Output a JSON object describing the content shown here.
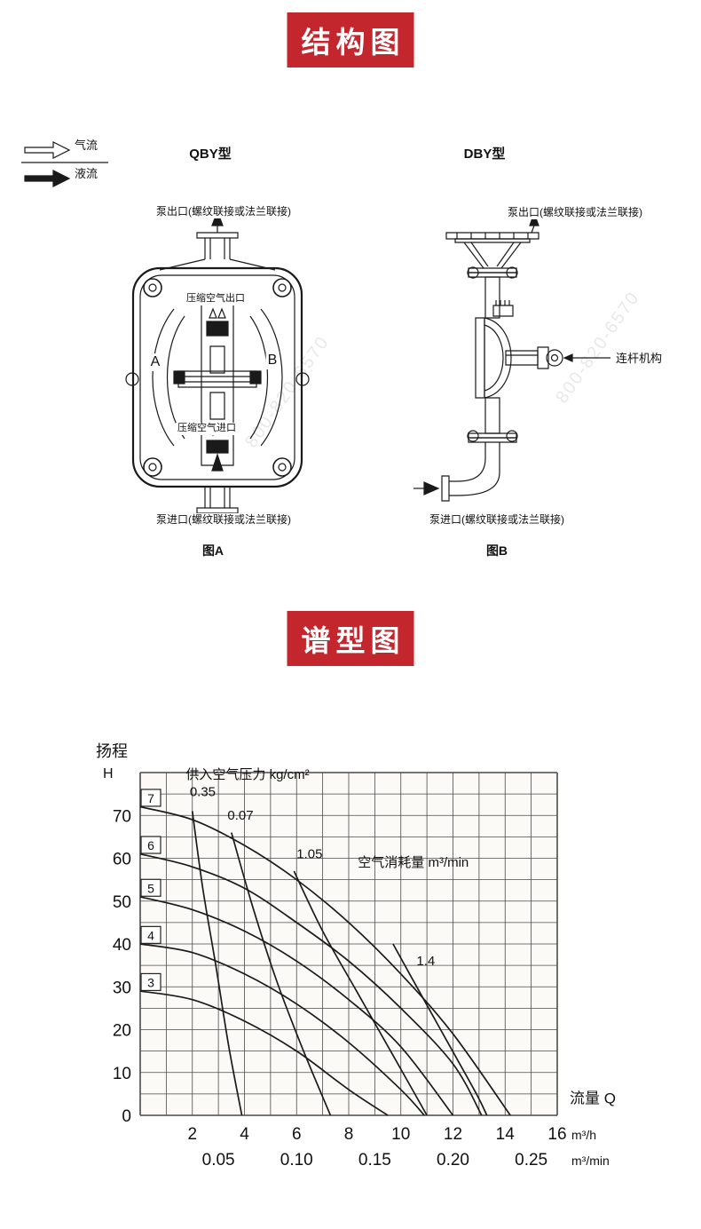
{
  "theme": {
    "banner_red": "#c4262d"
  },
  "sections": {
    "structure_title": "结构图",
    "curve_title": "谱型图"
  },
  "legend": {
    "air_label": "气流",
    "liquid_label": "液流"
  },
  "watermark": {
    "text": "800-820-6570"
  },
  "structure": {
    "qby": {
      "type_label": "QBY型",
      "outlet_label": "泵出口(螺纹联接或法兰联接)",
      "air_outlet_label": "压缩空气出口",
      "air_inlet_label": "压缩空气进口",
      "chamber_a": "A",
      "chamber_b": "B",
      "inlet_label": "泵进口(螺纹联接或法兰联接)",
      "caption": "图A"
    },
    "dby": {
      "type_label": "DBY型",
      "outlet_label": "泵出口(螺纹联接或法兰联接)",
      "rod_label": "连杆机构",
      "inlet_label": "泵进口(螺纹联接或法兰联接)",
      "caption": "图B"
    }
  },
  "chart_data": {
    "type": "line",
    "title": "谱型图",
    "ylabel": "扬程",
    "ylabel_symbol": "H",
    "xlabel": "流量  Q",
    "x_unit_primary": "m³/h",
    "x_unit_secondary": "m³/min",
    "xlim": [
      0,
      16
    ],
    "ylim": [
      0,
      80
    ],
    "grid": {
      "x_step": 1,
      "y_step": 5
    },
    "x_ticks": [
      2,
      4,
      6,
      8,
      10,
      12,
      14,
      16
    ],
    "x_ticks_secondary": [
      "0.05",
      "0.10",
      "0.15",
      "0.20",
      "0.25"
    ],
    "y_ticks": [
      0,
      10,
      20,
      30,
      40,
      50,
      60,
      70
    ],
    "pressure_family_label": "供入空气压力  kg/cm²",
    "consumption_family_label": "空气消耗量  m³/min",
    "head_curves": [
      {
        "pressure": "7",
        "points": [
          [
            0,
            72
          ],
          [
            2,
            69
          ],
          [
            4,
            63
          ],
          [
            6,
            55
          ],
          [
            8,
            45
          ],
          [
            10,
            33
          ],
          [
            12,
            19
          ],
          [
            14.2,
            0
          ]
        ]
      },
      {
        "pressure": "6",
        "points": [
          [
            0,
            61
          ],
          [
            2,
            58
          ],
          [
            4,
            53
          ],
          [
            6,
            45
          ],
          [
            8,
            36
          ],
          [
            10,
            25
          ],
          [
            12,
            12
          ],
          [
            13.1,
            0
          ]
        ]
      },
      {
        "pressure": "5",
        "points": [
          [
            0,
            51
          ],
          [
            2,
            48
          ],
          [
            4,
            43
          ],
          [
            6,
            36
          ],
          [
            8,
            27
          ],
          [
            10,
            16
          ],
          [
            12,
            0
          ]
        ]
      },
      {
        "pressure": "4",
        "points": [
          [
            0,
            40
          ],
          [
            2,
            38
          ],
          [
            4,
            33
          ],
          [
            6,
            26
          ],
          [
            8,
            17
          ],
          [
            10,
            6
          ],
          [
            10.9,
            0
          ]
        ]
      },
      {
        "pressure": "3",
        "points": [
          [
            0,
            29
          ],
          [
            2,
            27
          ],
          [
            4,
            22
          ],
          [
            6,
            15
          ],
          [
            8,
            6
          ],
          [
            9.5,
            0
          ]
        ]
      }
    ],
    "consumption_curves": [
      {
        "value": "0.35",
        "points": [
          [
            2.0,
            71
          ],
          [
            2.4,
            53
          ],
          [
            2.9,
            35
          ],
          [
            3.4,
            16
          ],
          [
            3.9,
            0
          ]
        ]
      },
      {
        "value": "0.07",
        "points": [
          [
            3.5,
            66
          ],
          [
            4.3,
            49
          ],
          [
            5.2,
            32
          ],
          [
            6.2,
            16
          ],
          [
            7.3,
            0
          ]
        ]
      },
      {
        "value": "1.05",
        "points": [
          [
            5.9,
            57
          ],
          [
            7.0,
            43
          ],
          [
            8.3,
            29
          ],
          [
            9.7,
            14
          ],
          [
            11.0,
            0
          ]
        ]
      },
      {
        "value": "1.4",
        "points": [
          [
            9.7,
            40
          ],
          [
            10.7,
            29
          ],
          [
            11.8,
            17
          ],
          [
            12.9,
            5
          ],
          [
            13.3,
            0
          ]
        ]
      }
    ],
    "annotations": [
      {
        "text": "供入空气压力  kg/cm²",
        "q": 1.75,
        "h": 78.5,
        "size": 15
      },
      {
        "text": "0.35",
        "q": 1.9,
        "h": 74.5,
        "size": 15
      },
      {
        "text": "0.07",
        "q": 3.35,
        "h": 69,
        "size": 15
      },
      {
        "text": "1.05",
        "q": 6.0,
        "h": 60,
        "size": 15
      },
      {
        "text": "空气消耗量  m³/min",
        "q": 8.35,
        "h": 58,
        "size": 15
      },
      {
        "text": "1.4",
        "q": 10.6,
        "h": 35,
        "size": 15
      }
    ]
  }
}
